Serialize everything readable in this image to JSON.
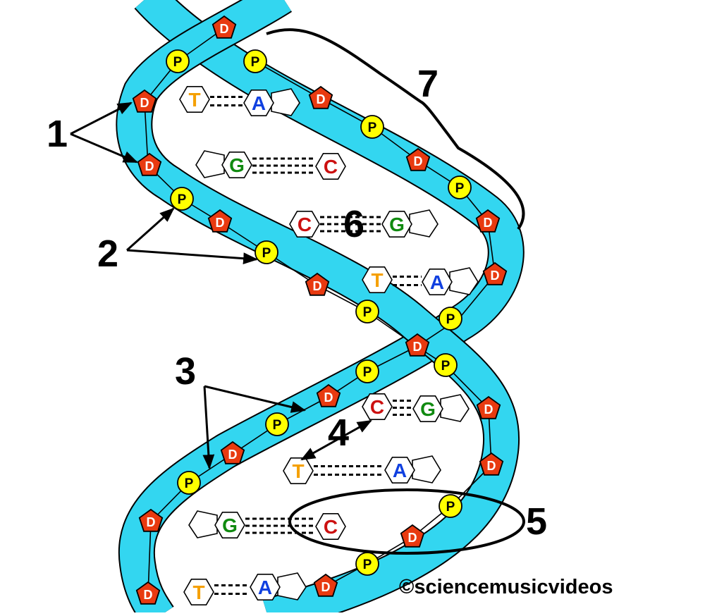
{
  "labels": {
    "one": "1",
    "two": "2",
    "three": "3",
    "four": "4",
    "five": "5",
    "six": "6",
    "seven": "7"
  },
  "copyright": "©sciencemusicvideos",
  "symbols": {
    "phosphate": "P",
    "sugar": "D"
  },
  "base_pairs": [
    {
      "left": "T",
      "right": "A"
    },
    {
      "left": "G",
      "right": "C"
    },
    {
      "left": "C",
      "right": "G"
    },
    {
      "left": "T",
      "right": "A"
    },
    {
      "left": "C",
      "right": "G"
    },
    {
      "left": "T",
      "right": "A"
    },
    {
      "left": "G",
      "right": "C"
    },
    {
      "left": "T",
      "right": "A"
    }
  ],
  "colors": {
    "backbone": "#33d6f0",
    "phosphate": "#ffff00",
    "sugar": "#e83a10",
    "A": "#1040e0",
    "T": "#f5a000",
    "G": "#108a10",
    "C": "#cc1010"
  }
}
